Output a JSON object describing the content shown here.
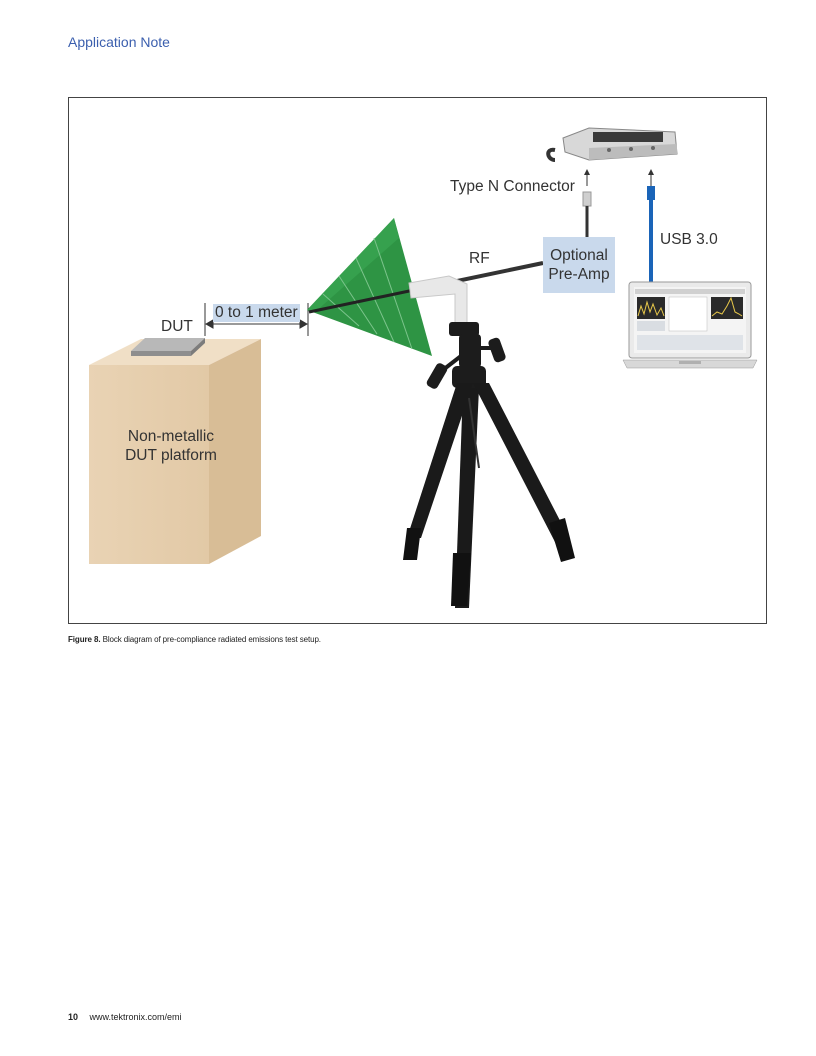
{
  "header": {
    "title": "Application Note"
  },
  "figure": {
    "labels": {
      "type_n_connector": "Type N Connector",
      "usb": "USB 3.0",
      "rf": "RF",
      "optional_line1": "Optional",
      "optional_line2": "Pre-Amp",
      "distance": "0 to 1 meter",
      "dut": "DUT",
      "platform_line1": "Non-metallic",
      "platform_line2": "DUT platform"
    },
    "colors": {
      "label_box": "#c9d9ec",
      "antenna": "#2e9444",
      "platform": "#e6cfb0",
      "usb_cable": "#1a64b8"
    }
  },
  "caption": {
    "label": "Figure 8.",
    "text": "Block diagram of pre-compliance radiated emissions test setup."
  },
  "footer": {
    "page_number": "10",
    "url": "www.tektronix.com/emi"
  }
}
